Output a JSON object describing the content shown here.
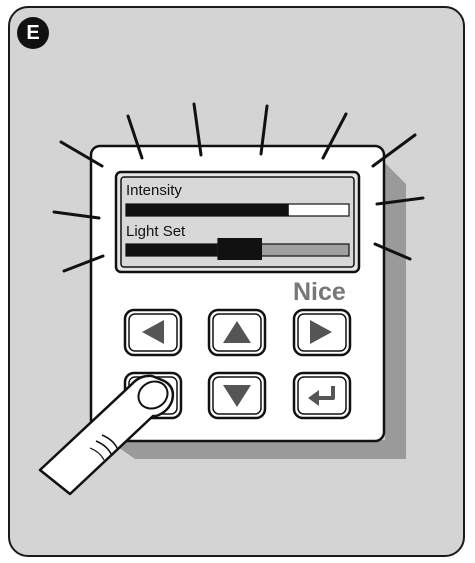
{
  "badge": {
    "letter": "E"
  },
  "display": {
    "intensity_label": "Intensity",
    "light_set_label": "Light Set",
    "intensity_level": 0.73,
    "light_set_marker": {
      "start": 0.41,
      "end": 0.61
    }
  },
  "brand": "Nice",
  "buttons": [
    {
      "name": "left-arrow-button",
      "icon": "left-arrow-icon"
    },
    {
      "name": "up-arrow-button",
      "icon": "up-arrow-icon"
    },
    {
      "name": "right-arrow-button",
      "icon": "right-arrow-icon"
    },
    {
      "name": "unlabeled-button",
      "icon": ""
    },
    {
      "name": "down-arrow-button",
      "icon": "down-arrow-icon"
    },
    {
      "name": "enter-button",
      "icon": "enter-return-icon"
    }
  ],
  "colors": {
    "frame_bg": "#d4d4d4",
    "device": "#ffffff",
    "shadow": "#9a9a9a",
    "screen": "#d8d8d8",
    "bar_dark": "#111111",
    "bar_grey": "#a0a0a0",
    "button_icon": "#555555",
    "brand": "#777777"
  }
}
